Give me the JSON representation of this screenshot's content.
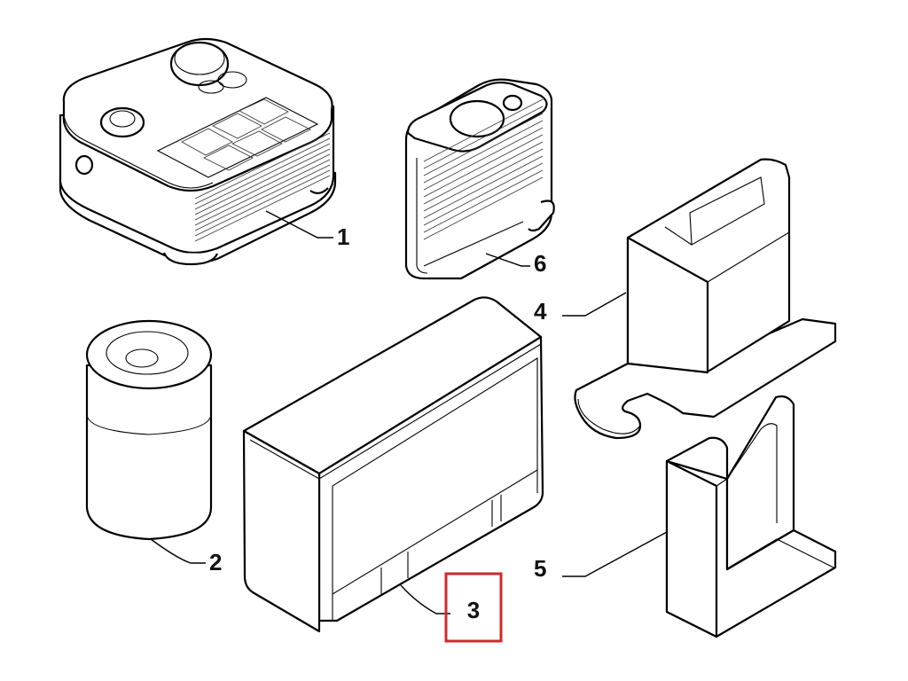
{
  "callouts": {
    "part_1": "1",
    "part_2": "2",
    "part_3": "3",
    "part_4": "4",
    "part_5": "5",
    "part_6": "6"
  },
  "highlighted_callout": "3",
  "colors": {
    "highlight": "#cc2b2b",
    "line": "#000000",
    "background": "#ffffff"
  }
}
